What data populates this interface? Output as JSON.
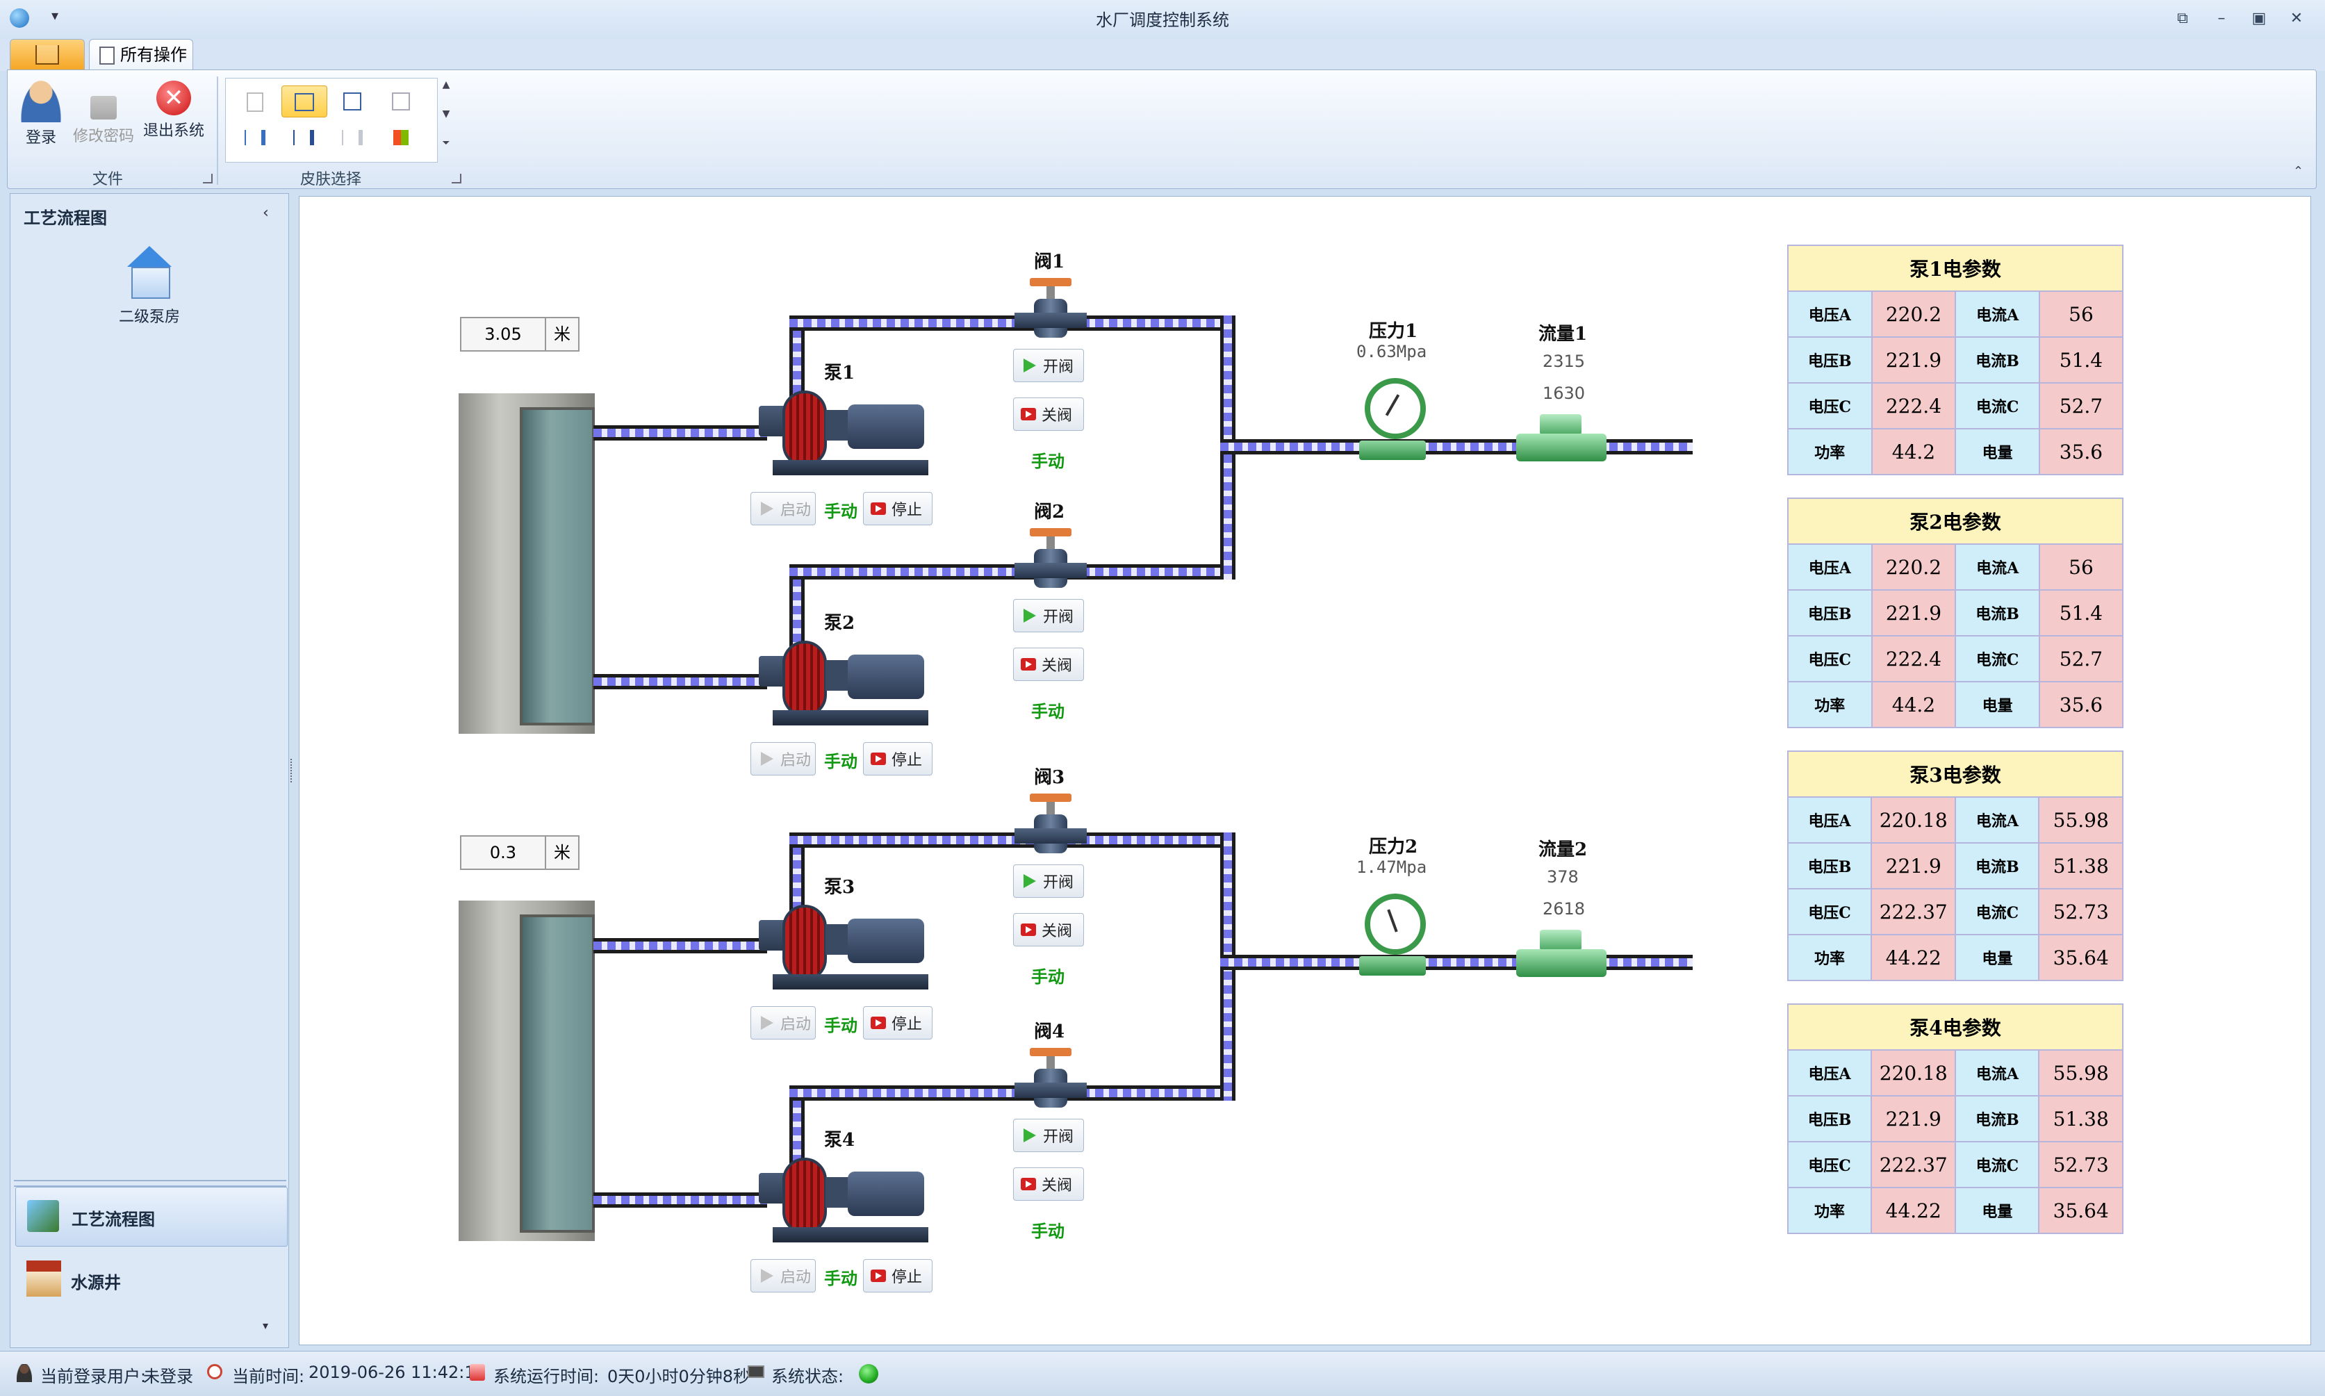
{
  "window": {
    "title": "水厂调度控制系统"
  },
  "ribbon": {
    "tab_operations": "所有操作",
    "buttons": {
      "login": "登录",
      "change_password": "修改密码",
      "exit": "退出系统"
    },
    "group_file": "文件",
    "group_skin": "皮肤选择"
  },
  "sidebar": {
    "title": "工艺流程图",
    "item_pump_room": "二级泵房",
    "nav_process": "工艺流程图",
    "nav_well": "水源井"
  },
  "process": {
    "tank1_level": "3.05",
    "tank2_level": "0.3",
    "unit": "米",
    "pumps": [
      {
        "label": "泵1"
      },
      {
        "label": "泵2"
      },
      {
        "label": "泵3"
      },
      {
        "label": "泵4"
      }
    ],
    "valves": [
      {
        "label": "阀1"
      },
      {
        "label": "阀2"
      },
      {
        "label": "阀3"
      },
      {
        "label": "阀4"
      }
    ],
    "btn_start": "启动",
    "btn_stop": "停止",
    "btn_open": "开阀",
    "btn_close": "关阀",
    "mode": "手动",
    "pressure1": {
      "label": "压力1",
      "value": "0.63Mpa"
    },
    "pressure2": {
      "label": "压力2",
      "value": "1.47Mpa"
    },
    "flow1": {
      "label": "流量1",
      "v1": "2315",
      "v2": "1630"
    },
    "flow2": {
      "label": "流量2",
      "v1": "378",
      "v2": "2618"
    }
  },
  "params": [
    {
      "title": "泵1电参数",
      "ua": "220.2",
      "ia": "56",
      "ub": "221.9",
      "ib": "51.4",
      "uc": "222.4",
      "ic": "52.7",
      "power": "44.2",
      "energy": "35.6"
    },
    {
      "title": "泵2电参数",
      "ua": "220.2",
      "ia": "56",
      "ub": "221.9",
      "ib": "51.4",
      "uc": "222.4",
      "ic": "52.7",
      "power": "44.2",
      "energy": "35.6"
    },
    {
      "title": "泵3电参数",
      "ua": "220.18",
      "ia": "55.98",
      "ub": "221.9",
      "ib": "51.38",
      "uc": "222.37",
      "ic": "52.73",
      "power": "44.22",
      "energy": "35.64"
    },
    {
      "title": "泵4电参数",
      "ua": "220.18",
      "ia": "55.98",
      "ub": "221.9",
      "ib": "51.38",
      "uc": "222.37",
      "ic": "52.73",
      "power": "44.22",
      "energy": "35.64"
    }
  ],
  "param_labels": {
    "ua": "电压A",
    "ia": "电流A",
    "ub": "电压B",
    "ib": "电流B",
    "uc": "电压C",
    "ic": "电流C",
    "power": "功率",
    "energy": "电量"
  },
  "status": {
    "user_label": "当前登录用户:",
    "user_value": "未登录",
    "time_label": "当前时间:",
    "time_value": "2019-06-26 11:42:17",
    "runtime_label": "系统运行时间:",
    "runtime_value": "0天0小时0分钟8秒",
    "state_label": "系统状态:"
  },
  "colors": {
    "pipe": "#7474ea",
    "status_ok": "#22aa22",
    "table_header": "#fdf4bd",
    "table_key": "#cfeefa",
    "table_value": "#f5caca"
  }
}
